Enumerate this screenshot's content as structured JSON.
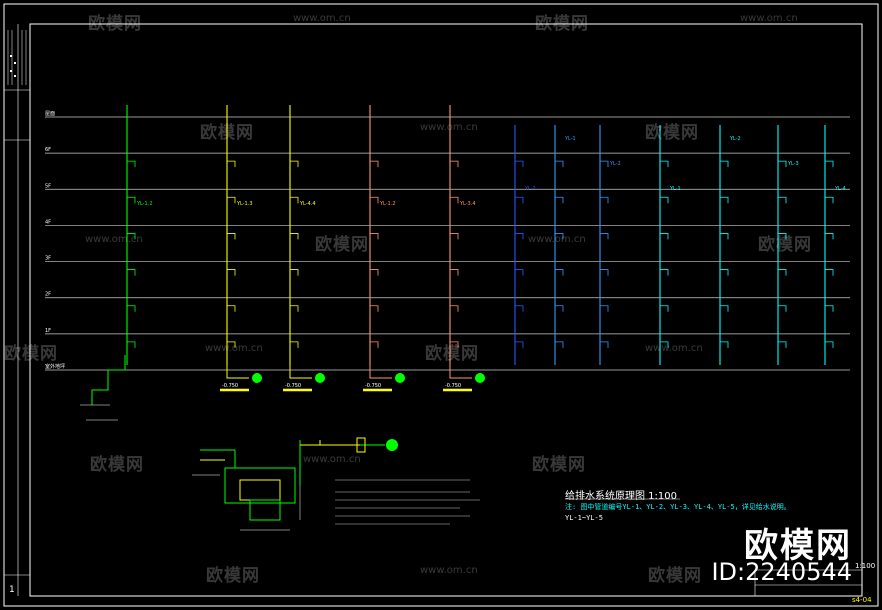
{
  "drawing": {
    "title": "给排水系统原理图 1:100",
    "note_line1": "注: 图中管道编号YL-1、YL-2、YL-3、YL-4、YL-5，详见给水说明。",
    "note_line2": "YL-1~YL-5",
    "sheet_number": "1",
    "scale_right": "1:100",
    "drawing_no": "s4-04"
  },
  "watermark": {
    "brand": "欧模网",
    "url": "www.om.cn",
    "big_logo": "欧模网",
    "id_text": "ID:2240544"
  },
  "floors": [
    "屋面",
    "6F",
    "5F",
    "4F",
    "3F",
    "2F",
    "1F",
    "室外地坪"
  ],
  "pipes": [
    {
      "label": "YL-1.2",
      "color": "#00ff00",
      "elev": "-0.750"
    },
    {
      "label": "YL-1.3",
      "color": "#ffff00",
      "elev": "-0.750"
    },
    {
      "label": "YL-4.4",
      "color": "#ffff00",
      "elev": "-0.750"
    },
    {
      "label": "YL-1.2",
      "color": "#ff9966",
      "elev": "-0.750"
    },
    {
      "label": "YL-3.4",
      "color": "#ff9966",
      "elev": "-0.750"
    },
    {
      "label": "YL-1",
      "color": "#3355ff",
      "elev": ""
    },
    {
      "label": "YL-1",
      "color": "#3399ff",
      "elev": ""
    },
    {
      "label": "YL-2",
      "color": "#3399ff",
      "elev": ""
    },
    {
      "label": "YL-1",
      "color": "#00ffff",
      "elev": ""
    },
    {
      "label": "YL-2",
      "color": "#00ffff",
      "elev": ""
    },
    {
      "label": "YL-3",
      "color": "#00ffff",
      "elev": ""
    },
    {
      "label": "YL-4",
      "color": "#00ffff",
      "elev": ""
    }
  ],
  "colors": {
    "frame": "#ffffff",
    "floor_line": "#cccccc",
    "marker": "#00ff00",
    "elev_bar": "#ffff00"
  }
}
